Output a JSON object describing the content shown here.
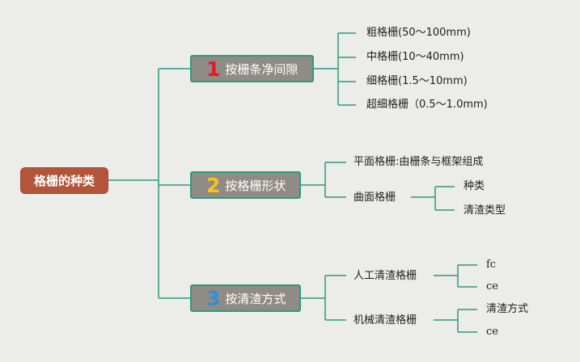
{
  "root": {
    "label": "格栅的种类"
  },
  "branches": [
    {
      "number": "1",
      "label": "按栅条净间隙",
      "number_color": "#e01b24"
    },
    {
      "number": "2",
      "label": "按格栅形状",
      "number_color": "#f5c518"
    },
    {
      "number": "3",
      "label": "按清渣方式",
      "number_color": "#2f8fd8"
    }
  ],
  "branch1_children": [
    "粗格栅(50～100mm)",
    "中格栅(10～40mm)",
    "细格栅(1.5～10mm)",
    "超细格栅（0.5～1.0mm)"
  ],
  "branch2_children": {
    "flat": "平面格栅:由栅条与框架组成",
    "curved": {
      "label": "曲面格栅",
      "children": [
        "种类",
        "清渣类型"
      ]
    }
  },
  "branch3_children": {
    "manual": {
      "label": "人工清渣格栅",
      "children": [
        "fc",
        "ce"
      ]
    },
    "mechanical": {
      "label": "机械清渣格栅",
      "children": [
        "清渣方式",
        "ce"
      ]
    }
  },
  "colors": {
    "connector": "#2c9a83",
    "root_bg": "#b3553b",
    "branch_bg": "#908c85",
    "background": "#ecece8"
  }
}
